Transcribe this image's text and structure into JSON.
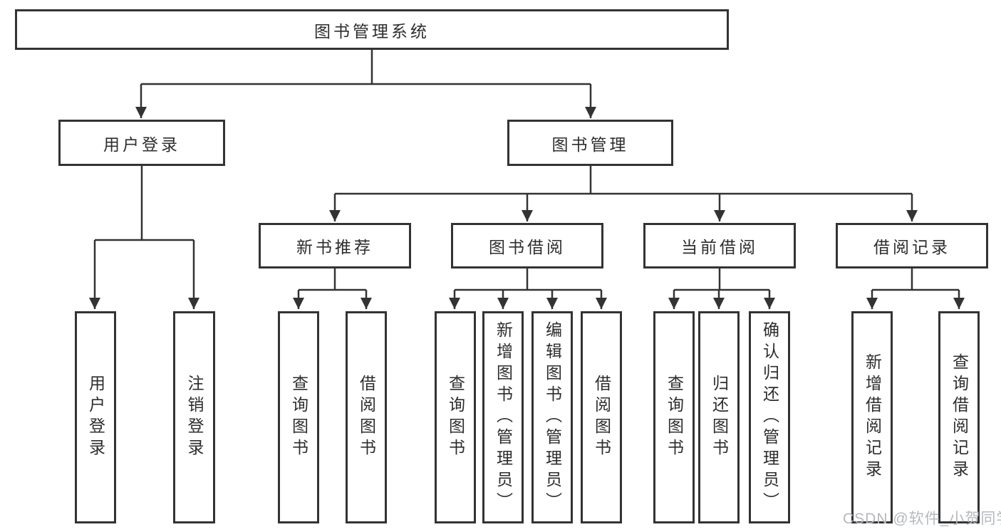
{
  "tree": {
    "root": "图书管理系统",
    "branches": [
      {
        "label": "用户登录",
        "children": [
          "用户登录",
          "注销登录"
        ]
      },
      {
        "label": "图书管理",
        "groups": [
          {
            "label": "新书推荐",
            "children": [
              "查询图书",
              "借阅图书"
            ]
          },
          {
            "label": "图书借阅",
            "children": [
              "查询图书",
              "新增图书（管理员）",
              "编辑图书（管理员）",
              "借阅图书"
            ]
          },
          {
            "label": "当前借阅",
            "children": [
              "查询图书",
              "归还图书",
              "确认归还（管理员）"
            ]
          },
          {
            "label": "借阅记录",
            "children": [
              "新增借阅记录",
              "查询借阅记录"
            ]
          }
        ]
      }
    ]
  },
  "watermark": "CSDN @软件_小贺同学",
  "colors": {
    "line": "#333333",
    "box_border": "#333333",
    "text": "#2d2d2d",
    "watermark": "#b5b8bc",
    "background": "#ffffff"
  }
}
